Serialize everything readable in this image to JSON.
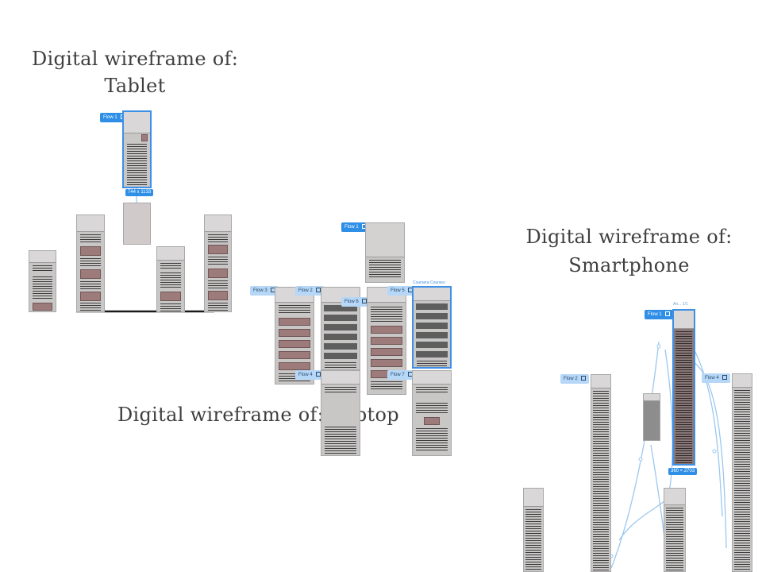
{
  "titles": {
    "tablet_line1": "Digital wireframe of:",
    "tablet_line2": "Tablet",
    "smartphone_line1": "Digital wireframe of:",
    "smartphone_line2": "Smartphone",
    "laptop": "Digital wireframe of: Laptop"
  },
  "tablet": {
    "flow1": "Flow 1",
    "dimension": "744 x 1133"
  },
  "laptop": {
    "flow1": "Flow 1",
    "flow2": "Flow 2",
    "flow3": "Flow 3",
    "flow4": "Flow 4",
    "flow5": "Flow 5",
    "flow6": "Flow 6",
    "flow7": "Flow 7",
    "frame_label": "Coursera Courses"
  },
  "smartphone": {
    "flow1": "Flow 1",
    "flow2": "Flow 2",
    "flow4": "Flow 4",
    "dimension": "360 × 2703",
    "frame_label": "An... 1/1"
  },
  "colors": {
    "accent": "#2f8fe6",
    "connector": "#9cc8f0",
    "frame": "#c9c6c6",
    "block": "#9d7b7b",
    "title_text": "#3f3f3f"
  }
}
